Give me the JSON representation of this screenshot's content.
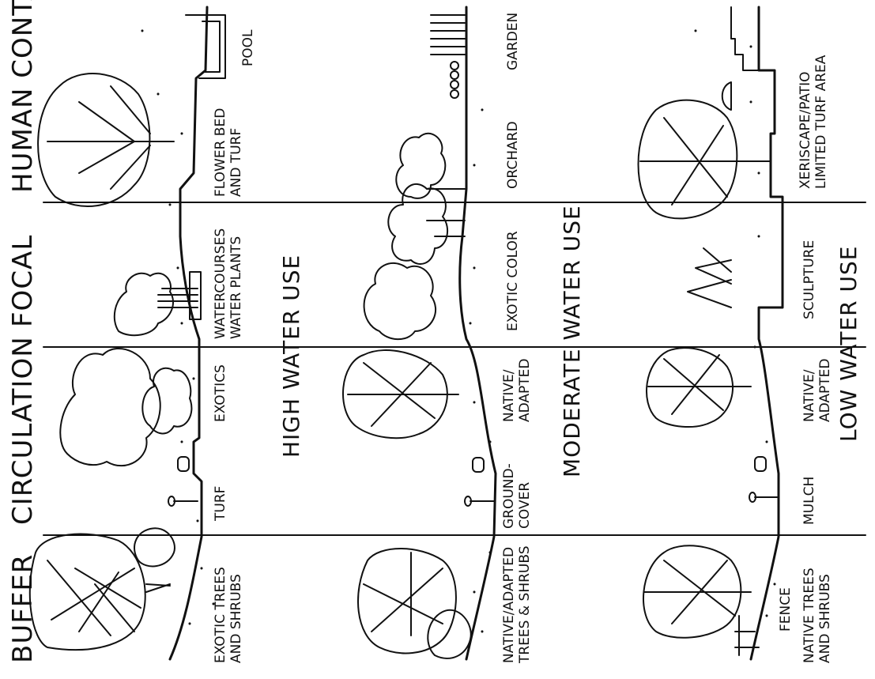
{
  "zones": [
    "BUFFER",
    "CIRCULATION",
    "FOCAL",
    "HUMAN CONTACT"
  ],
  "bands": {
    "high": {
      "title": "HIGH WATER USE",
      "labels": [
        "EXOTIC TREES AND SHRUBS",
        "TURF",
        "EXOTICS",
        "WATERCOURSES WATER PLANTS",
        "FLOWER BED AND TURF",
        "POOL"
      ]
    },
    "moderate": {
      "title": "MODERATE WATER USE",
      "labels": [
        "NATIVE/ADAPTED TREES & SHRUBS",
        "GROUND-COVER",
        "NATIVE/ ADAPTED",
        "EXOTIC COLOR",
        "ORCHARD",
        "GARDEN"
      ]
    },
    "low": {
      "title": "LOW WATER USE",
      "labels": [
        "FENCE",
        "NATIVE TREES AND SHRUBS",
        "MULCH",
        "NATIVE/ ADAPTED",
        "SCULPTURE",
        "XERISCAPE/PATIO LIMITED TURF AREA"
      ]
    }
  },
  "colors": {
    "ink": "#111111",
    "paper": "#ffffff"
  },
  "icons": [
    "tree-icon",
    "shrub-icon",
    "lamp-post-icon",
    "fence-icon",
    "pool-icon",
    "sculpture-icon",
    "garden-rows-icon"
  ]
}
